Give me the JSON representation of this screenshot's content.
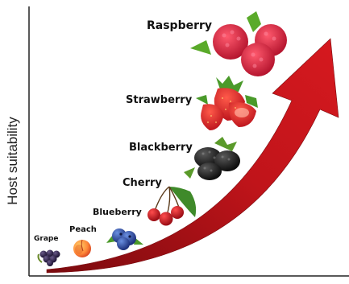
{
  "axes": {
    "ylabel": "Host suitability"
  },
  "fruits": [
    {
      "label": "Grape",
      "icon": "grape-icon"
    },
    {
      "label": "Peach",
      "icon": "peach-icon"
    },
    {
      "label": "Blueberry",
      "icon": "blueberry-icon"
    },
    {
      "label": "Cherry",
      "icon": "cherry-icon"
    },
    {
      "label": "Blackberry",
      "icon": "blackberry-icon"
    },
    {
      "label": "Strawberry",
      "icon": "strawberry-icon"
    },
    {
      "label": "Raspberry",
      "icon": "raspberry-icon"
    }
  ],
  "colors": {
    "arrow": "#c0141a",
    "arrow_dark": "#7a0a0e",
    "axis": "#222222"
  }
}
